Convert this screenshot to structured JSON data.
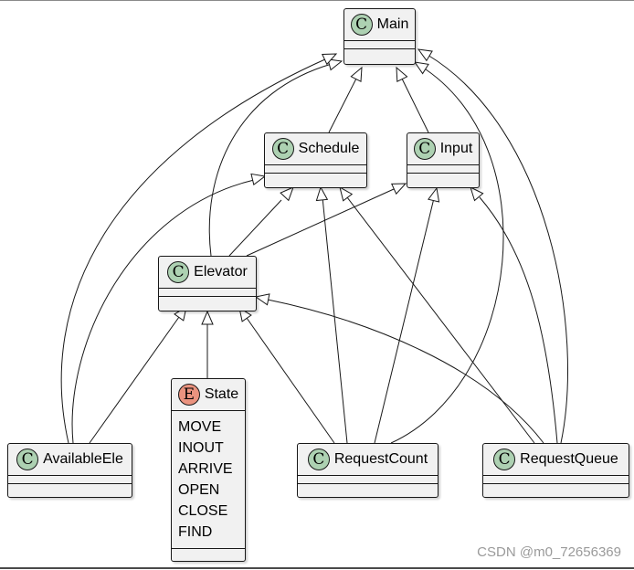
{
  "colors": {
    "class_badge": "#add1b2",
    "enum_badge": "#eb937f",
    "box_fill": "#f1f1f1",
    "line": "#181818"
  },
  "nodes": {
    "main": {
      "name": "Main",
      "kind": "C"
    },
    "schedule": {
      "name": "Schedule",
      "kind": "C"
    },
    "input": {
      "name": "Input",
      "kind": "C"
    },
    "elevator": {
      "name": "Elevator",
      "kind": "C"
    },
    "state": {
      "name": "State",
      "kind": "E",
      "values": [
        "MOVE",
        "INOUT",
        "ARRIVE",
        "OPEN",
        "CLOSE",
        "FIND"
      ]
    },
    "available_ele": {
      "name": "AvailableEle",
      "kind": "C"
    },
    "request_count": {
      "name": "RequestCount",
      "kind": "C"
    },
    "request_queue": {
      "name": "RequestQueue",
      "kind": "C"
    }
  },
  "relations": [
    {
      "from": "schedule",
      "to": "main"
    },
    {
      "from": "input",
      "to": "main"
    },
    {
      "from": "elevator",
      "to": "main"
    },
    {
      "from": "available_ele",
      "to": "main"
    },
    {
      "from": "request_count",
      "to": "main"
    },
    {
      "from": "request_queue",
      "to": "main"
    },
    {
      "from": "elevator",
      "to": "schedule"
    },
    {
      "from": "available_ele",
      "to": "schedule"
    },
    {
      "from": "request_count",
      "to": "schedule"
    },
    {
      "from": "request_queue",
      "to": "schedule"
    },
    {
      "from": "elevator",
      "to": "input"
    },
    {
      "from": "request_count",
      "to": "input"
    },
    {
      "from": "request_queue",
      "to": "input"
    },
    {
      "from": "available_ele",
      "to": "elevator"
    },
    {
      "from": "state",
      "to": "elevator"
    },
    {
      "from": "request_count",
      "to": "elevator"
    },
    {
      "from": "request_queue",
      "to": "elevator"
    }
  ],
  "watermark": "CSDN @m0_72656369"
}
